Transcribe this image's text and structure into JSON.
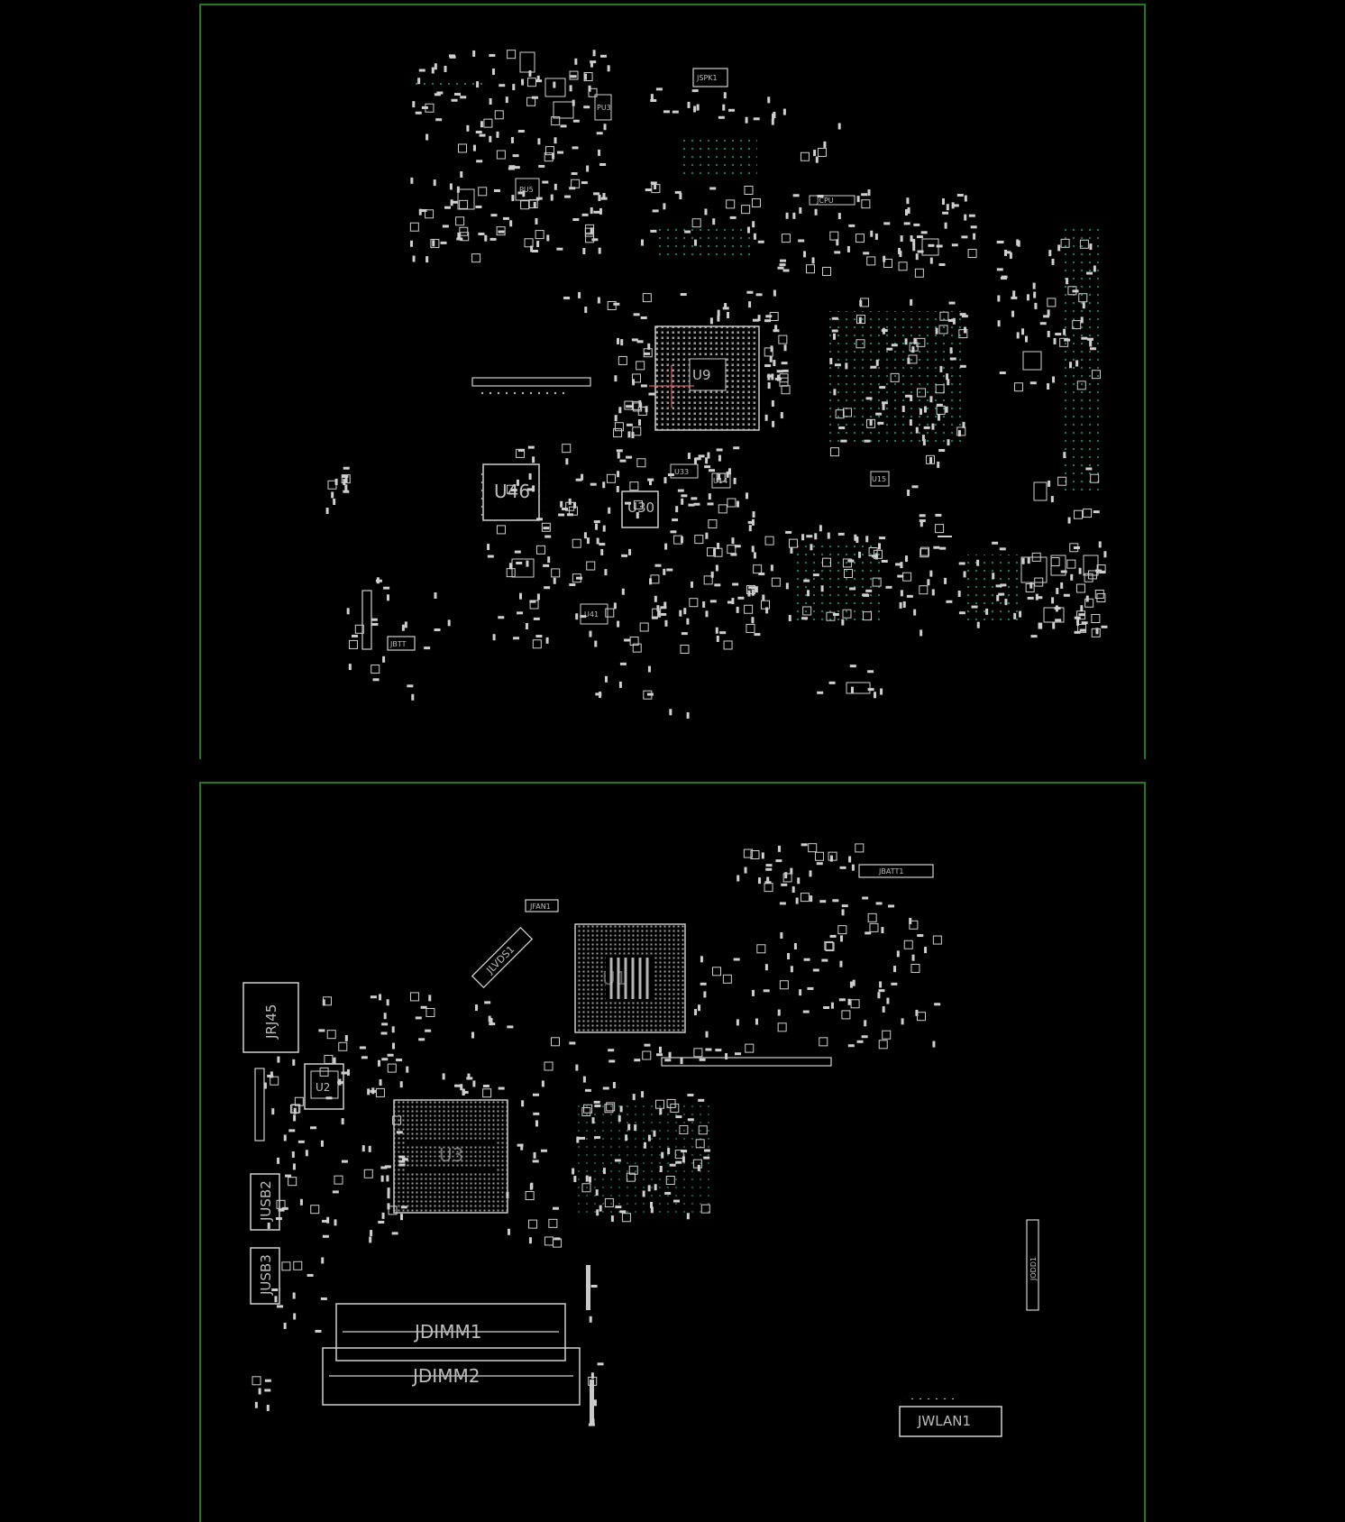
{
  "colors": {
    "background": "#000000",
    "board_outline": "#1f7a1f",
    "silkscreen": "#d8d8d8",
    "pad_dots": "#1d8a5a",
    "cross_marker": "#d65a5a"
  },
  "top_view": {
    "labels": {
      "u46": "U46",
      "u30": "U30",
      "u9": "U9",
      "u33": "U33",
      "jspk1": "JSPK1",
      "jbtt": "JBTT",
      "jcpu": "JCPU",
      "u41": "U41",
      "u14": "U14",
      "u15": "U15",
      "pu3": "PU3",
      "pu5": "PU5"
    }
  },
  "bottom_view": {
    "labels": {
      "jrj45": "JRJ45",
      "jusb2": "JUSB2",
      "jusb3": "JUSB3",
      "jdimm1": "JDIMM1",
      "jdimm2": "JDIMM2",
      "jwlan1": "JWLAN1",
      "jlvds1": "JLVDS1",
      "jfan1": "JFAN1",
      "jbatt1": "JBATT1",
      "u3": "U3",
      "u1": "U1",
      "u2": "U2",
      "jodd1": "JODD1"
    }
  }
}
